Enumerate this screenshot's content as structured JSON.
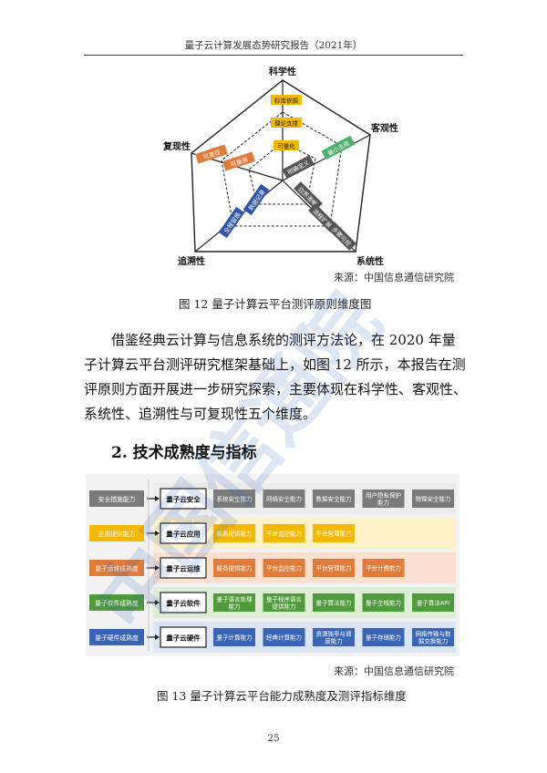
{
  "header": "量子云计算发展态势研究报告（2021年）",
  "radar": {
    "axes": [
      "科学性",
      "客观性",
      "系统性",
      "追溯性",
      "复现性"
    ],
    "tags": {
      "sci1": "标准依据",
      "sci2": "理论支撑",
      "sci3": "可量化",
      "obj": "最小主观",
      "sys1": "明确定义",
      "sys2": "边界清晰",
      "sys3": "流程扩展",
      "sys4": "步骤可控",
      "tr1": "数据记录",
      "tr2": "全程留痕",
      "rep1": "可复现",
      "rep2": "可量测"
    },
    "tag_colors": {
      "sci": "#f5b800",
      "obj": "#4caf6a",
      "sys": "#555555",
      "tr": "#2f56a6",
      "rep": "#e07b39"
    }
  },
  "source1": "来源：中国信息通信研究院",
  "caption1": "图 12  量子计算云平台测评原则维度图",
  "paragraph": "借鉴经典云计算与信息系统的测评方法论，在 2020 年量子计算云平台测评研究框架基础上，如图 12 所示，本报告在测评原则方面开展进一步研究探索，主要体现在科学性、客观性、系统性、追溯性与可复现性五个维度。",
  "section_title": "2. 技术成熟度与指标",
  "table": {
    "rows": [
      {
        "left": "安全措施能力",
        "layer": "量子云安全",
        "color": "#7a7a7a",
        "band": "#ececec",
        "cells": [
          "系统安全能力",
          "网络安全能力",
          "数据安全能力",
          "用户隐私保护能力",
          "物理安全能力"
        ]
      },
      {
        "left": "应用提供能力",
        "layer": "量子云应用",
        "color": "#f5b800",
        "band": "#fdf1c8",
        "cells": [
          "服务提供能力",
          "平台监控能力",
          "平台管理能力"
        ]
      },
      {
        "left": "量子运维成熟度",
        "layer": "量子云运维",
        "color": "#e07b39",
        "band": "#fbe0cf",
        "cells": [
          "服务提供能力",
          "平台监控能力",
          "平台管理能力",
          "平台计费能力"
        ]
      },
      {
        "left": "量子软件成熟度",
        "layer": "量子云软件",
        "color": "#4f9a3a",
        "band": "#deeed6",
        "cells": [
          "量子语言处理能力",
          "量子程序语言提供能力",
          "量子算法能力",
          "量子全栈能力",
          "量子算法API"
        ]
      },
      {
        "left": "量子硬件成熟度",
        "layer": "量子云硬件",
        "color": "#3a64b6",
        "band": "#dbe5f5",
        "cells": [
          "量子计算能力",
          "经典计算能力",
          "资源独享与调度能力",
          "量子存储能力",
          "网络传输与数据交换能力"
        ]
      }
    ]
  },
  "source2": "来源：中国信息通信研究院",
  "caption2": "图 13  量子计算云平台能力成熟度及测评指标维度",
  "page_number": "25",
  "watermark": "中国信通院"
}
